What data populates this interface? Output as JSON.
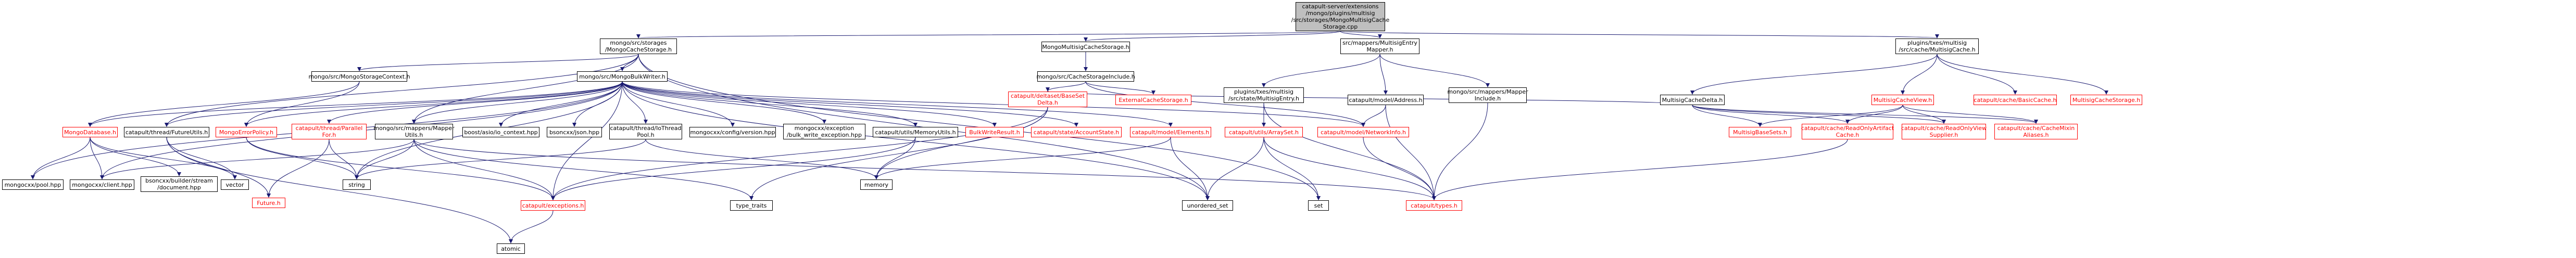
{
  "graph": {
    "nodes": [
      {
        "id": "root",
        "label": "catapult-server/extensions\n/mongo/plugins/multisig\n/src/storages/MongoMultisigCache\nStorage.cpp",
        "color": "black",
        "kind": "root"
      },
      {
        "id": "mcs",
        "label": "mongo/src/storages\n/MongoCacheStorage.h",
        "color": "black"
      },
      {
        "id": "mmcs",
        "label": "MongoMultisigCacheStorage.h",
        "color": "black"
      },
      {
        "id": "mapme",
        "label": "src/mappers/MultisigEntry\nMapper.h",
        "color": "black"
      },
      {
        "id": "mcache",
        "label": "plugins/txes/multisig\n/src/cache/MultisigCache.h",
        "color": "black"
      },
      {
        "id": "msc",
        "label": "mongo/src/MongoStorageContext.h",
        "color": "black"
      },
      {
        "id": "mbw",
        "label": "mongo/src/MongoBulkWriter.h",
        "color": "black"
      },
      {
        "id": "mcsi",
        "label": "mongo/src/CacheStorageInclude.h",
        "color": "black"
      },
      {
        "id": "pmse",
        "label": "plugins/txes/multisig\n/src/state/MultisigEntry.h",
        "color": "black"
      },
      {
        "id": "cma",
        "label": "catapult/model/Address.h",
        "color": "black"
      },
      {
        "id": "mmi",
        "label": "mongo/src/mappers/Mapper\nInclude.h",
        "color": "black"
      },
      {
        "id": "mcd",
        "label": "MultisigCacheDelta.h",
        "color": "black"
      },
      {
        "id": "mcv",
        "label": "MultisigCacheView.h",
        "color": "red"
      },
      {
        "id": "cbc",
        "label": "catapult/cache/BasicCache.h",
        "color": "red"
      },
      {
        "id": "mcst",
        "label": "MultisigCacheStorage.h",
        "color": "red"
      },
      {
        "id": "mdb",
        "label": "MongoDatabase.h",
        "color": "red"
      },
      {
        "id": "ctfu",
        "label": "catapult/thread/FutureUtils.h",
        "color": "black"
      },
      {
        "id": "mep",
        "label": "MongoErrorPolicy.h",
        "color": "red"
      },
      {
        "id": "ctpf",
        "label": "catapult/thread/Parallel\nFor.h",
        "color": "red"
      },
      {
        "id": "mmu",
        "label": "mongo/src/mappers/Mapper\nUtils.h",
        "color": "black"
      },
      {
        "id": "bac",
        "label": "boost/asio/io_context.hpp",
        "color": "plain"
      },
      {
        "id": "bj",
        "label": "bsoncxx/json.hpp",
        "color": "plain"
      },
      {
        "id": "ctiotp",
        "label": "catapult/thread/IoThread\nPool.h",
        "color": "black"
      },
      {
        "id": "mcv2",
        "label": "mongocxx/config/version.hpp",
        "color": "plain"
      },
      {
        "id": "mbwe",
        "label": "mongocxx/exception\n/bulk_write_exception.hpp",
        "color": "plain"
      },
      {
        "id": "cumu",
        "label": "catapult/utils/MemoryUtils.h",
        "color": "black"
      },
      {
        "id": "bwr",
        "label": "BulkWriteResult.h",
        "color": "red"
      },
      {
        "id": "csas",
        "label": "catapult/state/AccountState.h",
        "color": "red"
      },
      {
        "id": "cme",
        "label": "catapult/model/Elements.h",
        "color": "red"
      },
      {
        "id": "cdbd",
        "label": "catapult/deltaset/BaseSet\nDelta.h",
        "color": "red"
      },
      {
        "id": "ecs",
        "label": "ExternalCacheStorage.h",
        "color": "red"
      },
      {
        "id": "cuas",
        "label": "catapult/utils/ArraySet.h",
        "color": "red"
      },
      {
        "id": "cmni",
        "label": "catapult/model/NetworkInfo.h",
        "color": "red"
      },
      {
        "id": "mbs",
        "label": "MultisigBaseSets.h",
        "color": "red"
      },
      {
        "id": "crac",
        "label": "catapult/cache/ReadOnlyArtifact\nCache.h",
        "color": "red"
      },
      {
        "id": "crovs",
        "label": "catapult/cache/ReadOnlyView\nSupplier.h",
        "color": "red"
      },
      {
        "id": "ccma",
        "label": "catapult/cache/CacheMixin\nAliases.h",
        "color": "red"
      },
      {
        "id": "mp",
        "label": "mongocxx/pool.hpp",
        "color": "plain"
      },
      {
        "id": "mcl",
        "label": "mongocxx/client.hpp",
        "color": "plain"
      },
      {
        "id": "bbsd",
        "label": "bsoncxx/builder/stream\n/document.hpp",
        "color": "plain"
      },
      {
        "id": "vec",
        "label": "vector",
        "color": "plain"
      },
      {
        "id": "fut",
        "label": "Future.h",
        "color": "red"
      },
      {
        "id": "str",
        "label": "string",
        "color": "plain"
      },
      {
        "id": "cex",
        "label": "catapult/exceptions.h",
        "color": "red"
      },
      {
        "id": "tt",
        "label": "type_traits",
        "color": "plain"
      },
      {
        "id": "mem",
        "label": "memory",
        "color": "plain"
      },
      {
        "id": "us",
        "label": "unordered_set",
        "color": "plain"
      },
      {
        "id": "set",
        "label": "set",
        "color": "plain"
      },
      {
        "id": "ctypes",
        "label": "catapult/types.h",
        "color": "red"
      },
      {
        "id": "atomic",
        "label": "atomic",
        "color": "plain"
      }
    ],
    "edges": [
      [
        "root",
        "mcs"
      ],
      [
        "root",
        "mmcs"
      ],
      [
        "root",
        "mapme"
      ],
      [
        "root",
        "mcache"
      ],
      [
        "mcs",
        "msc"
      ],
      [
        "mcs",
        "mbw"
      ],
      [
        "mcs",
        "ctfu"
      ],
      [
        "mcs",
        "us"
      ],
      [
        "mcs",
        "set"
      ],
      [
        "mcs",
        "mmu"
      ],
      [
        "mmcs",
        "mcsi"
      ],
      [
        "mapme",
        "pmse"
      ],
      [
        "mapme",
        "cma"
      ],
      [
        "mapme",
        "mmi"
      ],
      [
        "mcache",
        "mcd"
      ],
      [
        "mcache",
        "mcv"
      ],
      [
        "mcache",
        "cbc"
      ],
      [
        "mcache",
        "mcst"
      ],
      [
        "msc",
        "mdb"
      ],
      [
        "msc",
        "mep"
      ],
      [
        "mbw",
        "mdb"
      ],
      [
        "mbw",
        "ctfu"
      ],
      [
        "mbw",
        "mep"
      ],
      [
        "mbw",
        "ctpf"
      ],
      [
        "mbw",
        "mmu"
      ],
      [
        "mbw",
        "bac"
      ],
      [
        "mbw",
        "bj"
      ],
      [
        "mbw",
        "ctiotp"
      ],
      [
        "mbw",
        "mcv2"
      ],
      [
        "mbw",
        "mbwe"
      ],
      [
        "mbw",
        "cumu"
      ],
      [
        "mbw",
        "bwr"
      ],
      [
        "mbw",
        "csas"
      ],
      [
        "mbw",
        "cme"
      ],
      [
        "mbw",
        "cmni"
      ],
      [
        "mbw",
        "mp"
      ],
      [
        "mbw",
        "mcl"
      ],
      [
        "mbw",
        "str"
      ],
      [
        "mbw",
        "us"
      ],
      [
        "mbw",
        "cex"
      ],
      [
        "mcsi",
        "ecs"
      ],
      [
        "mcsi",
        "cmni"
      ],
      [
        "mcsi",
        "cdbd"
      ],
      [
        "pmse",
        "cuas"
      ],
      [
        "pmse",
        "ctypes"
      ],
      [
        "cma",
        "cmni"
      ],
      [
        "cma",
        "ctypes"
      ],
      [
        "mmi",
        "ctypes"
      ],
      [
        "mcd",
        "mbs"
      ],
      [
        "mcd",
        "cdbd"
      ],
      [
        "mcd",
        "crovs"
      ],
      [
        "mcd",
        "ccma"
      ],
      [
        "mcd",
        "crac"
      ],
      [
        "mcv",
        "mbs"
      ],
      [
        "mcv",
        "crac"
      ],
      [
        "mcv",
        "crovs"
      ],
      [
        "mcv",
        "ccma"
      ],
      [
        "mdb",
        "mp"
      ],
      [
        "mdb",
        "mcl"
      ],
      [
        "mdb",
        "bbsd"
      ],
      [
        "mdb",
        "vec"
      ],
      [
        "ctfu",
        "fut"
      ],
      [
        "ctfu",
        "vec"
      ],
      [
        "ctfu",
        "atomic"
      ],
      [
        "mep",
        "str"
      ],
      [
        "mep",
        "cex"
      ],
      [
        "ctpf",
        "fut"
      ],
      [
        "ctpf",
        "str"
      ],
      [
        "mmu",
        "mcl"
      ],
      [
        "mmu",
        "str"
      ],
      [
        "mmu",
        "tt"
      ],
      [
        "mmu",
        "ctypes"
      ],
      [
        "mmu",
        "cex"
      ],
      [
        "ctiotp",
        "str"
      ],
      [
        "ctiotp",
        "mem"
      ],
      [
        "cumu",
        "mem"
      ],
      [
        "cumu",
        "cex"
      ],
      [
        "cme",
        "us"
      ],
      [
        "cme",
        "mem"
      ],
      [
        "cdbd",
        "tt"
      ],
      [
        "cdbd",
        "mem"
      ],
      [
        "cdbd",
        "cex"
      ],
      [
        "cuas",
        "set"
      ],
      [
        "cuas",
        "us"
      ],
      [
        "cuas",
        "ctypes"
      ],
      [
        "cmni",
        "ctypes"
      ],
      [
        "crac",
        "ctypes"
      ],
      [
        "cex",
        "atomic"
      ]
    ]
  }
}
